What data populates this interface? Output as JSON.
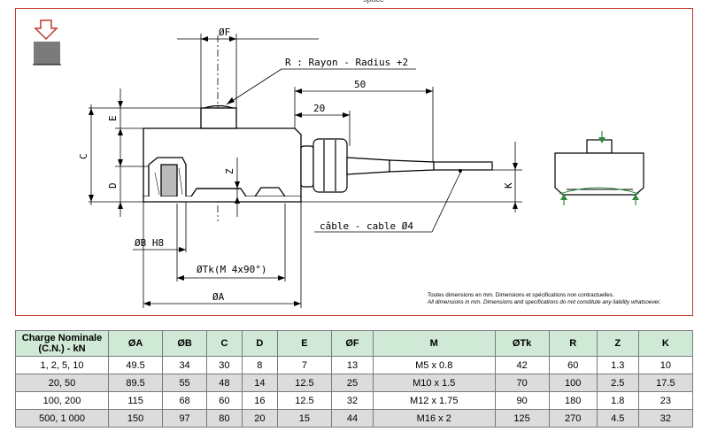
{
  "drawing": {
    "top_cut_text": "space",
    "dim_F": "ØF",
    "dim_R": "R : Rayon - Radius +2",
    "dim_50": "50",
    "dim_20": "20",
    "dim_E": "E",
    "dim_C": "C",
    "dim_D": "D",
    "dim_Z": "Z",
    "dim_K": "K",
    "dim_B": "ØB H8",
    "dim_Tk": "ØTk(M 4x90°)",
    "dim_A": "ØA",
    "cable_label": "câble - cable Ø4",
    "note_fr": "Toutes dimensions en mm. Dimensions et spécifications non contractuelles.",
    "note_en": "All dimensions in mm. Dimensions and specifications do not constitute any liability whatsoever."
  },
  "table": {
    "header_line1": "Charge Nominale",
    "header_line2": "(C.N.) - kN",
    "columns": [
      "ØA",
      "ØB",
      "C",
      "D",
      "E",
      "ØF",
      "M",
      "ØTk",
      "R",
      "Z",
      "K"
    ],
    "rows": [
      [
        "1, 2, 5, 10",
        "49.5",
        "34",
        "30",
        "8",
        "7",
        "13",
        "M5 x 0.8",
        "42",
        "60",
        "1.3",
        "10"
      ],
      [
        "20, 50",
        "89.5",
        "55",
        "48",
        "14",
        "12.5",
        "25",
        "M10 x 1.5",
        "70",
        "100",
        "2.5",
        "17.5"
      ],
      [
        "100, 200",
        "115",
        "68",
        "60",
        "16",
        "12.5",
        "32",
        "M12 x 1.75",
        "90",
        "180",
        "1.8",
        "23"
      ],
      [
        "500, 1 000",
        "150",
        "97",
        "80",
        "20",
        "15",
        "44",
        "M16 x 2",
        "125",
        "270",
        "4.5",
        "32"
      ]
    ]
  },
  "colors": {
    "frame": "#c0392b",
    "header_bg": "#cfe9d6",
    "alt_row_bg": "#dcdcdc",
    "arrow_red": "#c0392b",
    "arrow_green": "#2e8b3e"
  }
}
